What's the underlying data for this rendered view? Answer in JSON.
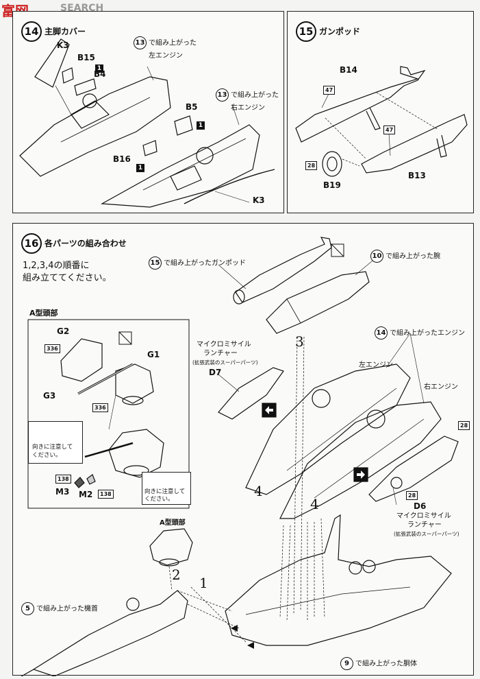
{
  "watermark": {
    "logo_text": "富网",
    "search_text": "SEARCH"
  },
  "step14": {
    "number": "14",
    "title": "主脚カバー",
    "parts": {
      "k3_top": "K3",
      "b15": "B15",
      "b4": "B4",
      "b5": "B5",
      "b16": "B16",
      "k3_bottom": "K3"
    },
    "callout_left": {
      "num": "13",
      "line1": "で組み上がった",
      "line2": "左エンジン"
    },
    "callout_right": {
      "num": "13",
      "line1": "で組み上がった",
      "line2": "右エンジン"
    },
    "block_marks": [
      "1",
      "1",
      "1"
    ]
  },
  "step15": {
    "number": "15",
    "title": "ガンポッド",
    "parts": {
      "b14": "B14",
      "b13": "B13",
      "b19": "B19"
    },
    "paint_codes": [
      "47",
      "47",
      "28"
    ]
  },
  "step16": {
    "number": "16",
    "title": "各パーツの組み合わせ",
    "instruction_line1": "1,2,3,4の順番に",
    "instruction_line2": "組み立ててください。",
    "callout_gunpod": {
      "num": "15",
      "text": "で組み上がったガンポッド"
    },
    "callout_arm": {
      "num": "10",
      "text": "で組み上がった腕"
    },
    "callout_engine": {
      "num": "14",
      "text": "で組み上がったエンジン"
    },
    "callout_nose": {
      "num": "5",
      "text": "で組み上がった機首"
    },
    "callout_body": {
      "num": "9",
      "text": "で組み上がった胴体"
    },
    "launcher_left": {
      "line1": "マイクロミサイル",
      "line2": "ランチャー",
      "note": "(拡張武装のスーパーパーツ)",
      "part": "D7"
    },
    "launcher_right": {
      "part": "D6",
      "line1": "マイクロミサイル",
      "line2": "ランチャー",
      "note": "(拡張武装のスーパーパーツ)"
    },
    "left_engine": "左エンジン",
    "right_engine": "右エンジン",
    "sequence": {
      "s1": "1",
      "s2": "2",
      "s3": "3",
      "s4a": "4",
      "s4b": "4"
    },
    "paint_codes": {
      "p28a": "28",
      "p28b": "28"
    },
    "inset": {
      "title": "A型頭部",
      "parts": {
        "g2": "G2",
        "g1": "G1",
        "g3": "G3",
        "m3": "M3",
        "m2": "M2"
      },
      "paint_codes": {
        "p336a": "336",
        "p336b": "336",
        "p138a": "138",
        "p138b": "138"
      },
      "caution1": {
        "line1": "向きに注意して",
        "line2": "ください。"
      },
      "caution2": {
        "line1": "向きに注意して",
        "line2": "ください。"
      }
    },
    "head_label": "A型頭部"
  },
  "colors": {
    "ink": "#111111",
    "paper": "#fafaf8",
    "watermark_red": "#cc2222",
    "watermark_gray": "#999999"
  }
}
